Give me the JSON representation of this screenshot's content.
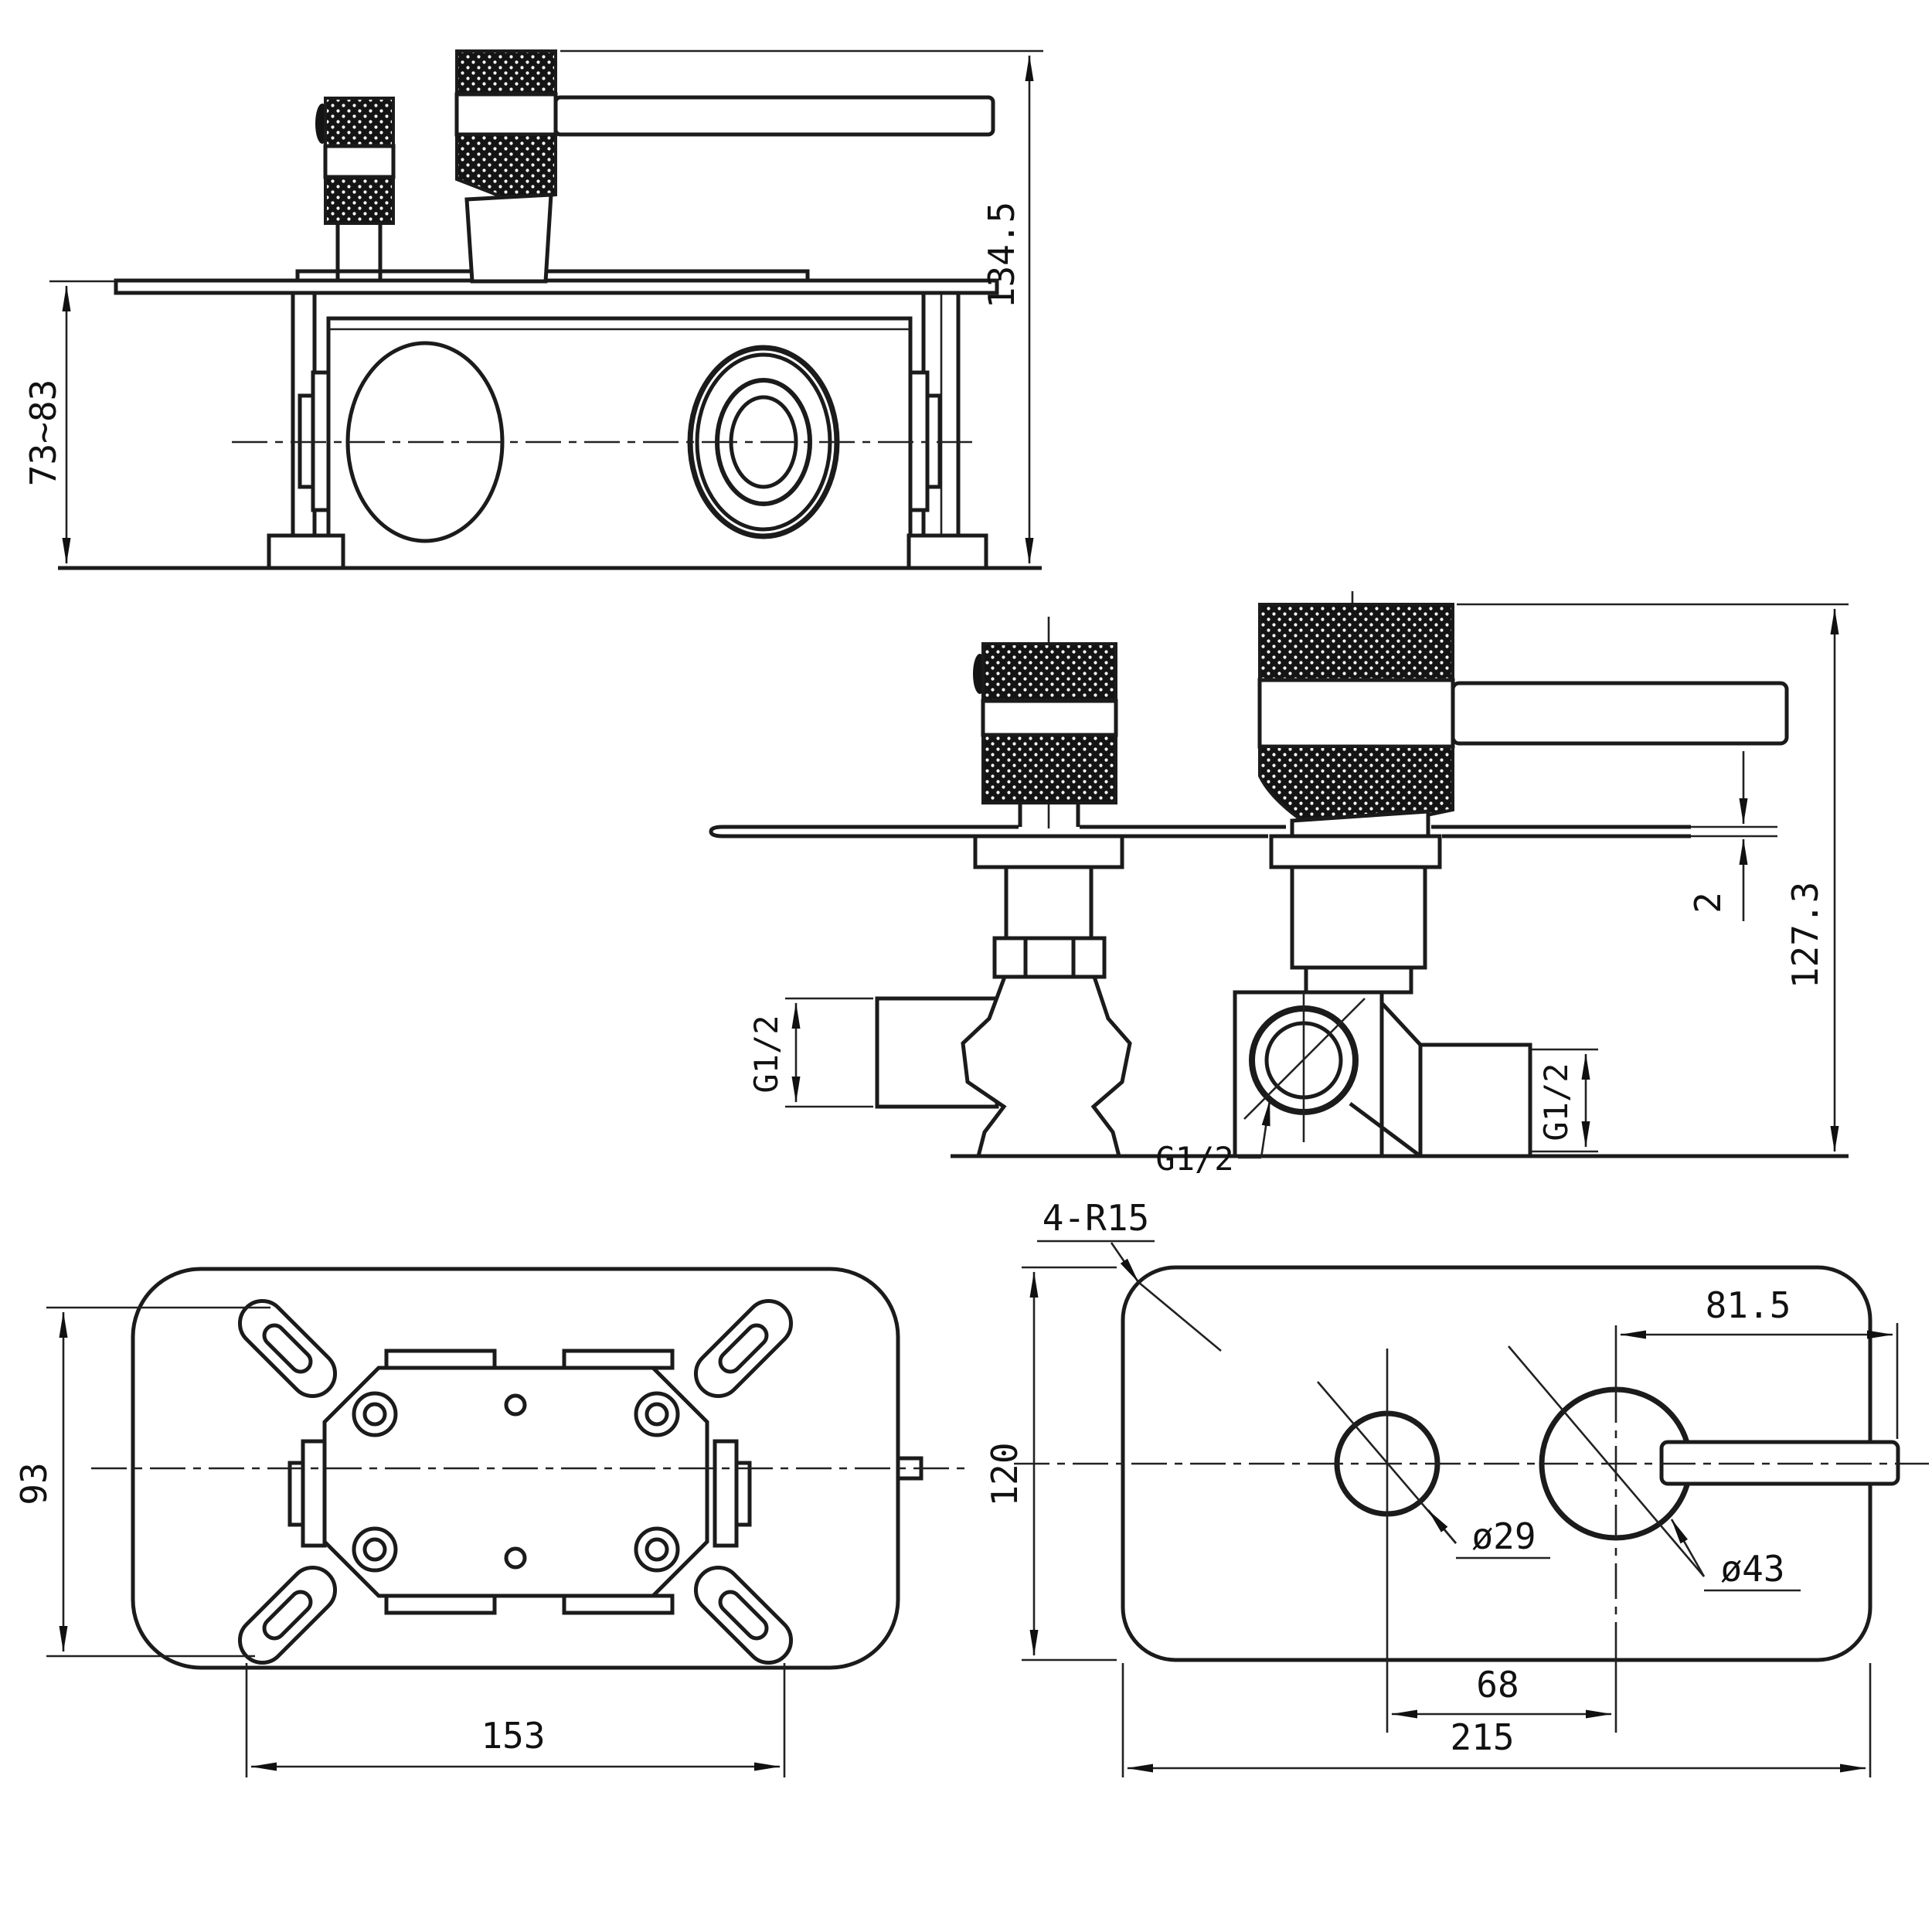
{
  "drawing": {
    "line_color": "#1b1b1b",
    "views": {
      "front_elevation": {
        "dims": {
          "mount_depth": "73~83",
          "overall_height": "134.5"
        }
      },
      "side_section": {
        "dims": {
          "overall_height": "127.3",
          "plate_thickness": "2",
          "inlet_left_thread": "G1/2",
          "outlet_thread": "G1/2",
          "inlet_right_thread": "G1/2"
        }
      },
      "back_plan": {
        "dims": {
          "bracket_height": "93",
          "bracket_width": "153"
        }
      },
      "front_plan": {
        "dims": {
          "corner_radius": "4-R15",
          "handle_offset": "81.5",
          "plate_height": "120",
          "hole_small_dia": "ø29",
          "hole_large_dia": "ø43",
          "hole_spacing": "68",
          "plate_width": "215"
        }
      }
    }
  }
}
